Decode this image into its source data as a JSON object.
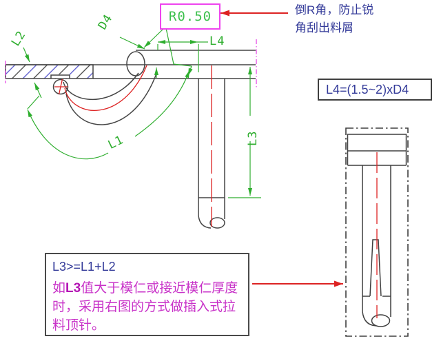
{
  "colors": {
    "cad_green": "#2fae2f",
    "cad_red": "#dd2222",
    "magenta_border": "#ee44ee",
    "navy_text": "#333a99",
    "magenta_text": "#c832c8",
    "line_dark": "#454545",
    "hatch_blue": "#5555cc"
  },
  "radius_callout": {
    "label": "R0.50"
  },
  "top_note": {
    "line1": "倒R角，防止锐",
    "line2": "角刮出料屑"
  },
  "l4_formula": "L4=(1.5~2)xD4",
  "note_box": {
    "formula": "L3>=L1+L2",
    "line1_pre": "如",
    "line1_l3": "L3",
    "line1_post": "值大于模仁或接近模仁厚度",
    "line2": "时，采用右图的方式做插入式拉",
    "line3": "料顶针。"
  },
  "dim_labels": {
    "l1": "L1",
    "l2": "L2",
    "l3": "L3",
    "l4": "L4",
    "d4": "D4"
  }
}
